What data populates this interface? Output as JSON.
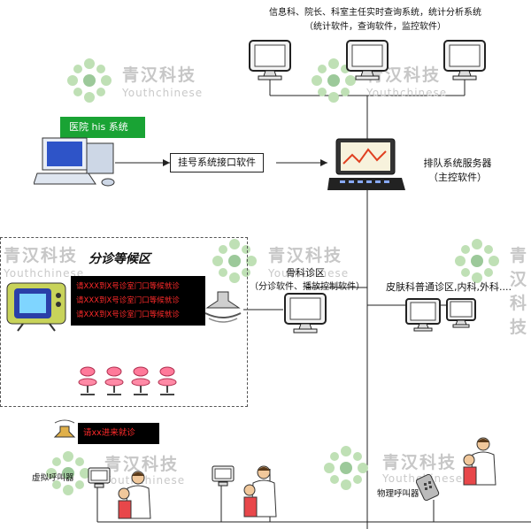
{
  "watermark": {
    "brand_cn": "青汉科技",
    "brand_en": "Youthchinese"
  },
  "top": {
    "line1": "信息科、院长、科室主任实时查询系统，统计分析系统",
    "line2": "（统计软件，查询软件，监控软件）"
  },
  "his": {
    "label": "医院 his 系统"
  },
  "registration": {
    "label": "挂号系统接口软件"
  },
  "server": {
    "line1": "排队系统服务器",
    "line2": "（主控软件）"
  },
  "waiting_area": {
    "title": "分诊等候区",
    "board_rows": [
      "请XXX到X号诊室门口等候就诊",
      "请XXX到X号诊室门口等候就诊",
      "请XXX到X号诊室门口等候就诊"
    ]
  },
  "orthopedics": {
    "line1": "骨科诊区",
    "line2": "（分诊软件、播放控制软件）"
  },
  "dermatology": {
    "label": "皮肤科普通诊区,内科,外科...."
  },
  "call_board": {
    "text": "请xx进来就诊"
  },
  "virtual_caller": {
    "label": "虚拟呼叫器"
  },
  "physical_caller": {
    "label": "物理呼叫器"
  },
  "colors": {
    "green": "#19a334",
    "red_text": "#ff2a2a",
    "board_bg": "#000000",
    "monitor_blue": "#2e54c8"
  }
}
